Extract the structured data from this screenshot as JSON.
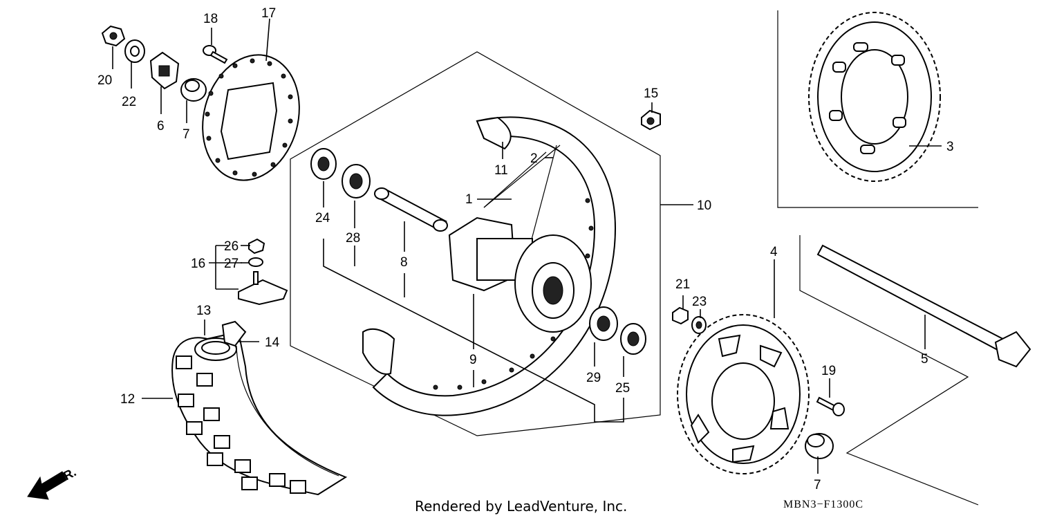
{
  "diagram": {
    "callouts": {
      "c1": "1",
      "c2": "2",
      "c3": "3",
      "c4": "4",
      "c5": "5",
      "c6": "6",
      "c7a": "7",
      "c7b": "7",
      "c8": "8",
      "c9": "9",
      "c10": "10",
      "c11": "11",
      "c12": "12",
      "c13": "13",
      "c14": "14",
      "c15": "15",
      "c16": "16",
      "c17": "17",
      "c18": "18",
      "c19": "19",
      "c20": "20",
      "c21": "21",
      "c22": "22",
      "c23": "23",
      "c24": "24",
      "c25": "25",
      "c26": "26",
      "c27": "27",
      "c28": "28",
      "c29": "29"
    },
    "direction_label": "FR.",
    "footer": "Rendered by LeadVenture, Inc.",
    "diagram_code": "MBN3−F1300C"
  },
  "colors": {
    "line": "#000000",
    "background": "#ffffff",
    "shade": "#222222"
  },
  "icons": {
    "direction_arrow": "arrow-down-left-icon"
  }
}
